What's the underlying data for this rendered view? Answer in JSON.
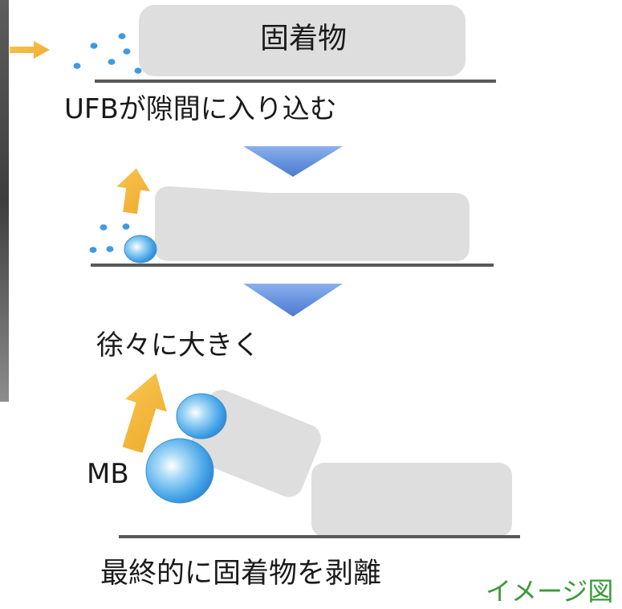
{
  "diagram": {
    "deposit_label": "固着物",
    "step1_text": "UFBが隙間に入り込む",
    "step2_text": "徐々に大きく",
    "mb_label": "MB",
    "step3_text": "最終的に固着物を剥離",
    "figure_caption": "イメージ図"
  },
  "colors": {
    "deposit_gray": "#dedede",
    "surface_line": "#595959",
    "dot_blue": "#3f9be0",
    "arrow_orange": "#efab2e",
    "arrow_orange_light": "#f7c54f",
    "text_dark": "#1a1a1a",
    "caption_green": "#3a9a3a"
  },
  "icons": [
    "arrow-right-icon",
    "arrow-up-icon",
    "triangle-down-icon",
    "bubble-icon"
  ]
}
